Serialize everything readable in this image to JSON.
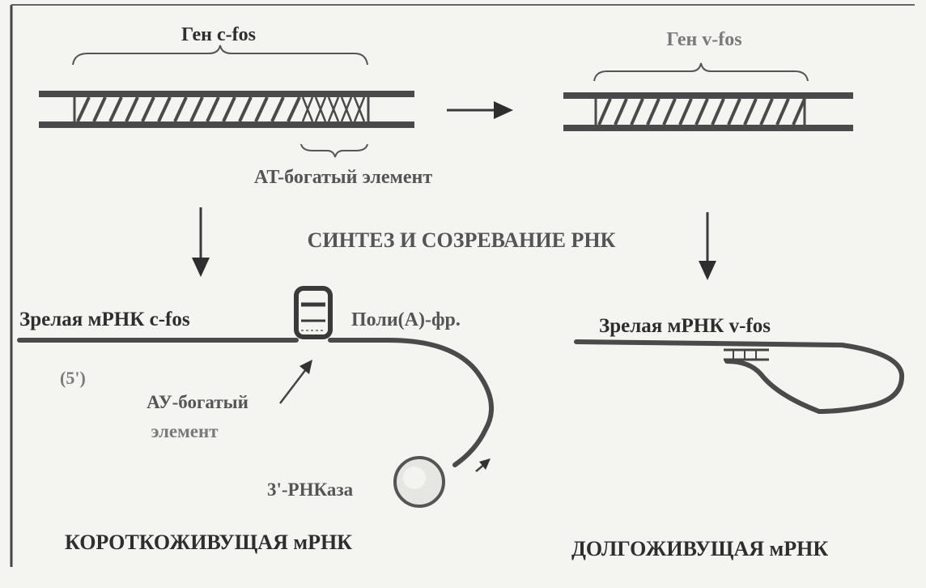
{
  "texts": {
    "gene_cfos": "Ген с-fos",
    "gene_vfos": "Ген v-fos",
    "at_element": "AT-богатый элемент",
    "synthesis": "СИНТЕЗ И СОЗРЕВАНИЕ РНК",
    "mrna_cfos": "Зрелая мРНК с-fos",
    "polya": "Поли(А)-фр.",
    "five_prime": "(5')",
    "au_element_1": "АУ-богатый",
    "au_element_2": "элемент",
    "rnase": "3'-РНКаза",
    "short_lived": "КОРОТКОЖИВУЩАЯ мРНК",
    "mrna_vfos": "Зрелая мРНК v-fos",
    "long_lived": "ДОЛГОЖИВУЩАЯ мРНК"
  }
}
